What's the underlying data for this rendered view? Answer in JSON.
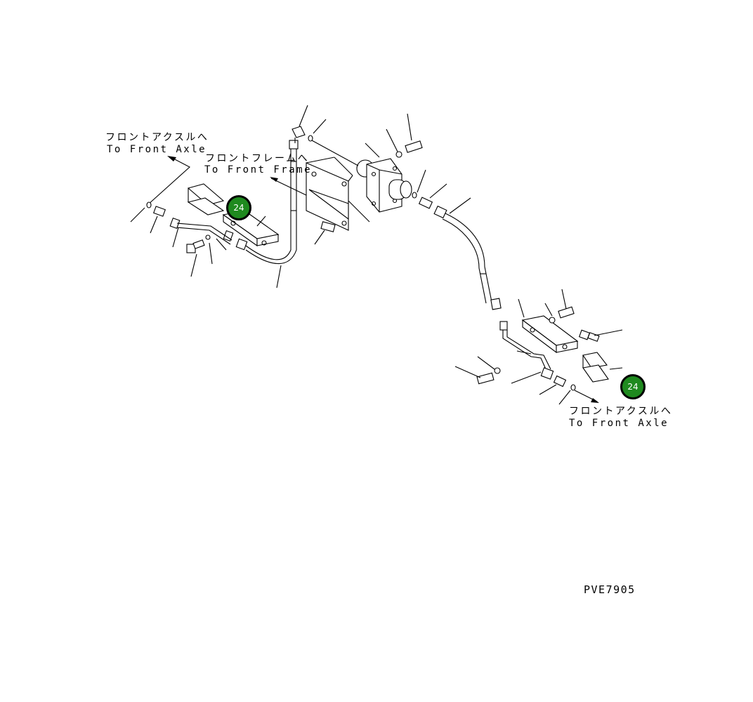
{
  "labels": {
    "front_axle_left_jp": "フロントアクスルへ",
    "front_axle_left_en": "To Front Axle",
    "front_frame_jp": "フロントフレームへ",
    "front_frame_en": "To Front Frame",
    "front_axle_right_jp": "フロントアクスルへ",
    "front_axle_right_en": "To Front Axle"
  },
  "callouts": [
    {
      "number": "24",
      "color": "#1f8a1f"
    },
    {
      "number": "24",
      "color": "#1f8a1f"
    }
  ],
  "drawing_code": "PVE7905"
}
